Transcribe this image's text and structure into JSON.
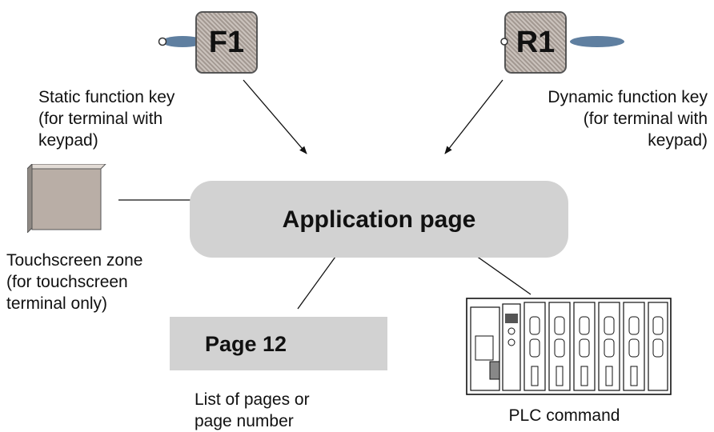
{
  "center": {
    "label": "Application page"
  },
  "keys": {
    "static": {
      "cap": "F1",
      "caption": [
        "Static function key",
        "(for terminal with",
        "keypad)"
      ]
    },
    "dynamic": {
      "cap": "R1",
      "caption": [
        "Dynamic function key",
        "(for terminal with",
        "keypad)"
      ]
    }
  },
  "touch": {
    "caption": [
      "Touchscreen zone",
      "(for touchscreen",
      "terminal only)"
    ]
  },
  "page": {
    "label": "Page 12",
    "caption": [
      "List of pages or",
      "page number"
    ]
  },
  "plc": {
    "caption": "PLC command"
  }
}
